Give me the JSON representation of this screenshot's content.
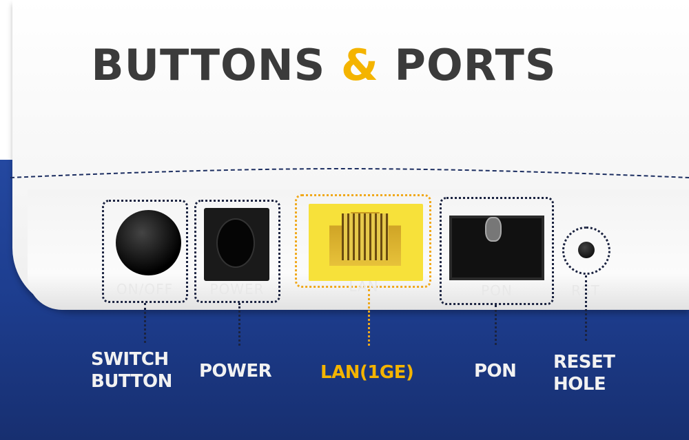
{
  "title": {
    "part1": "BUTTONS",
    "amp": "&",
    "part2": "PORTS"
  },
  "device_prints": {
    "switch": "ON/OFF",
    "power": "POWER",
    "lan": "LAN",
    "pon": "PON",
    "reset": "RST"
  },
  "labels": {
    "switch": "SWITCH BUTTON",
    "power": "POWER",
    "lan": "LAN(1GE)",
    "pon": "PON",
    "reset": "RESET HOLE"
  },
  "colors": {
    "accent": "#f4b400",
    "background_blue": "#1d3d8e",
    "dark_text": "#3b3b3b"
  }
}
